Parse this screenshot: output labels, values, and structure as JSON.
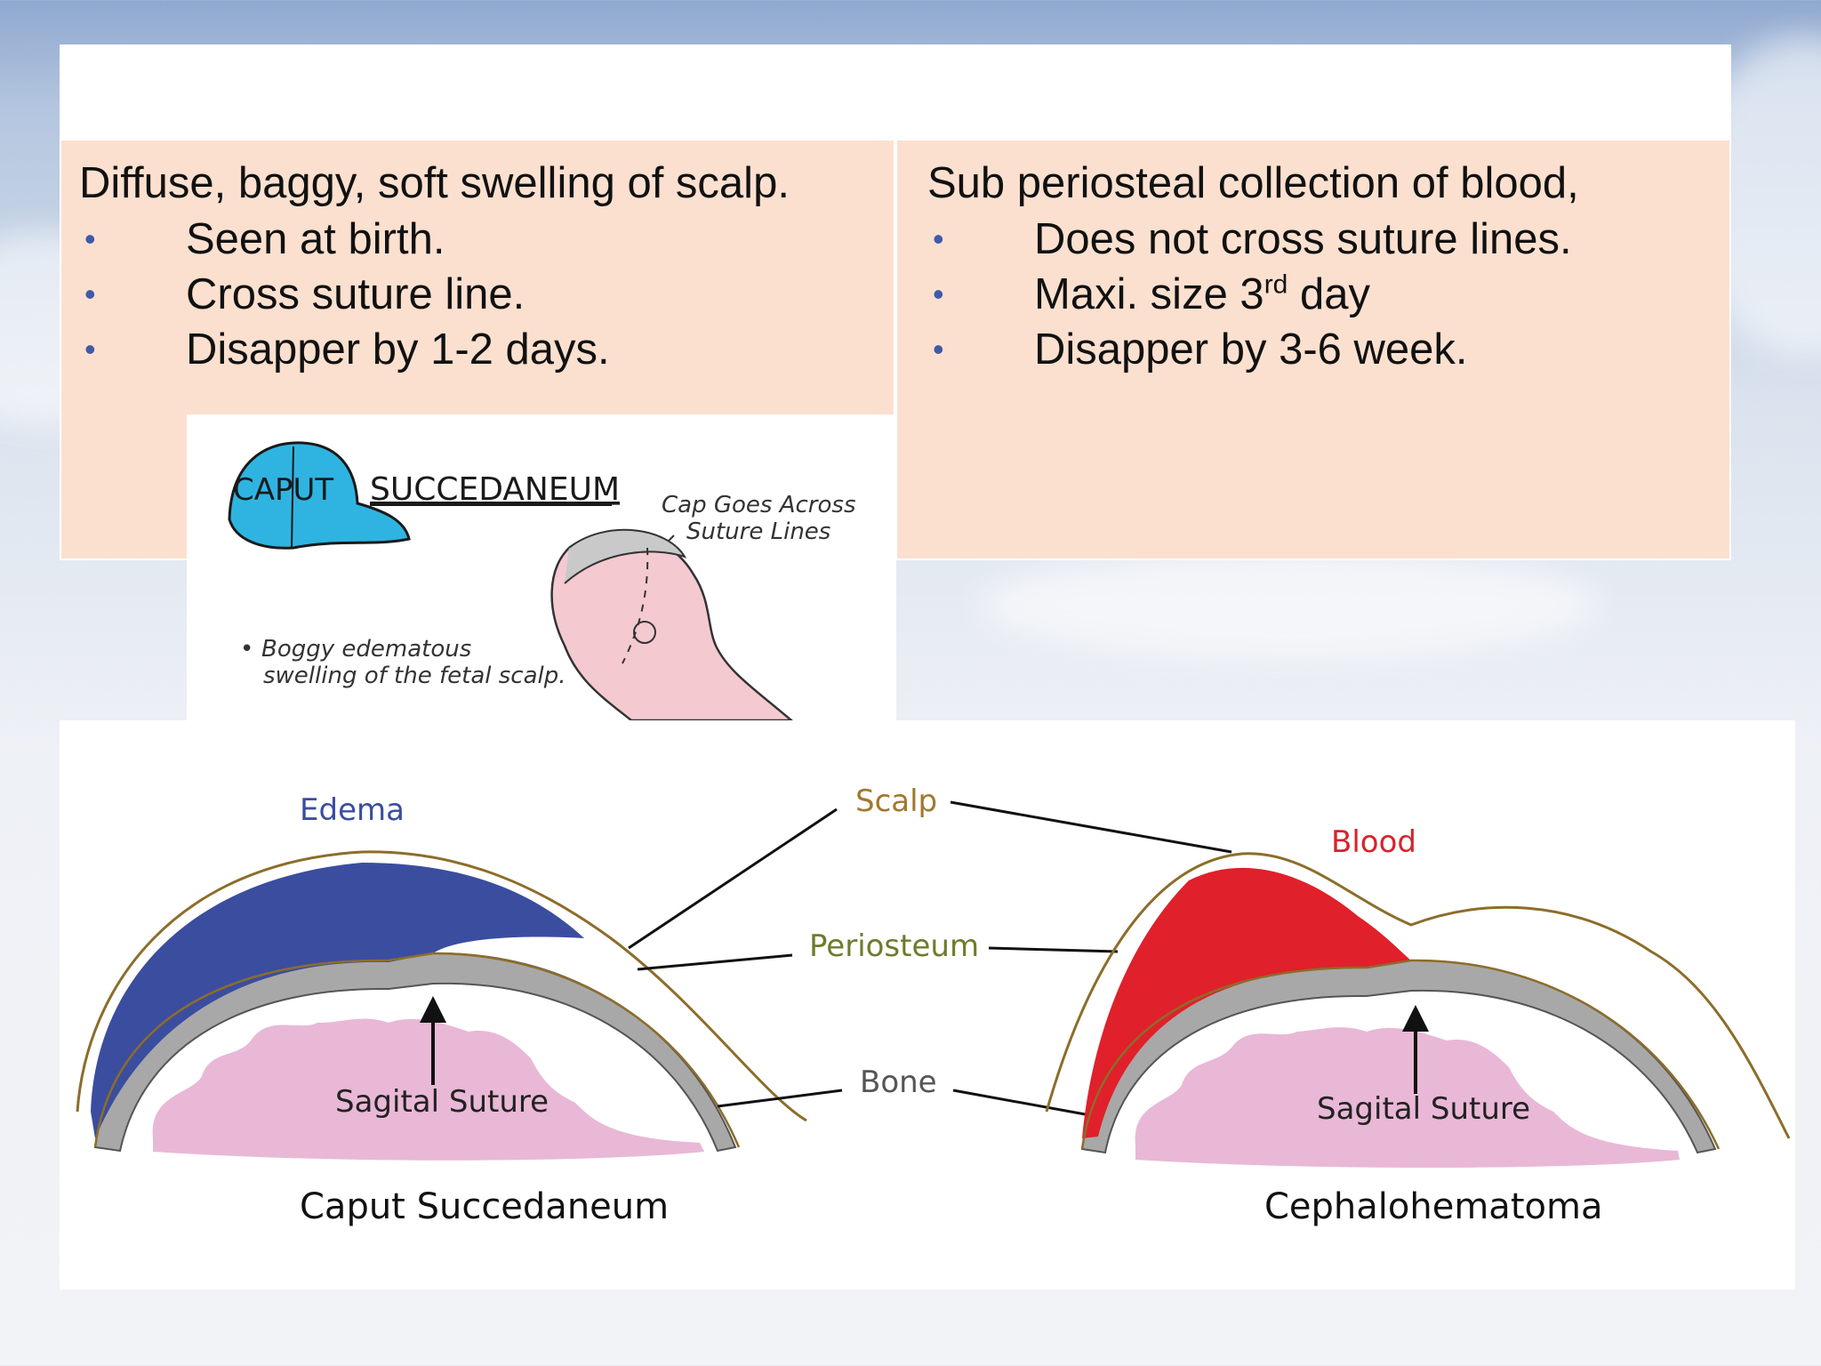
{
  "left": {
    "heading": "Diffuse, baggy, soft swelling of scalp.",
    "bullets": [
      "Seen at birth.",
      "Cross suture line.",
      "Disapper by 1-2 days."
    ]
  },
  "right": {
    "heading": "Sub periosteal collection of blood,",
    "bullets": [
      {
        "text": "Does not cross suture lines."
      },
      {
        "text": "Maxi. size 3",
        "sup": "rd",
        "after": " day"
      },
      {
        "text": "Disapper by 3-6 week."
      }
    ]
  },
  "inset": {
    "cap_label": "CAPUT",
    "title": "SUCCEDANEUM",
    "cap_note_line1": "Cap Goes Across",
    "cap_note_line2": "Suture Lines",
    "bullet_line1": "Boggy edematous",
    "bullet_line2": "swelling of the fetal scalp."
  },
  "diagram": {
    "edema": "Edema",
    "scalp": "Scalp",
    "blood": "Blood",
    "periosteum": "Periosteum",
    "bone": "Bone",
    "suture_left": "Sagital Suture",
    "suture_right": "Sagital Suture",
    "caption_left": "Caput Succedaneum",
    "caption_right": "Cephalohematoma"
  },
  "colors": {
    "edema": "#3a4d9e",
    "blood": "#e0202a",
    "bone": "#a8a8a8",
    "brain": "#e8b8d6",
    "scalp_line": "#8c6d2a",
    "cell_bg": "#fbe0d0",
    "cap": "#2fb3e0"
  }
}
